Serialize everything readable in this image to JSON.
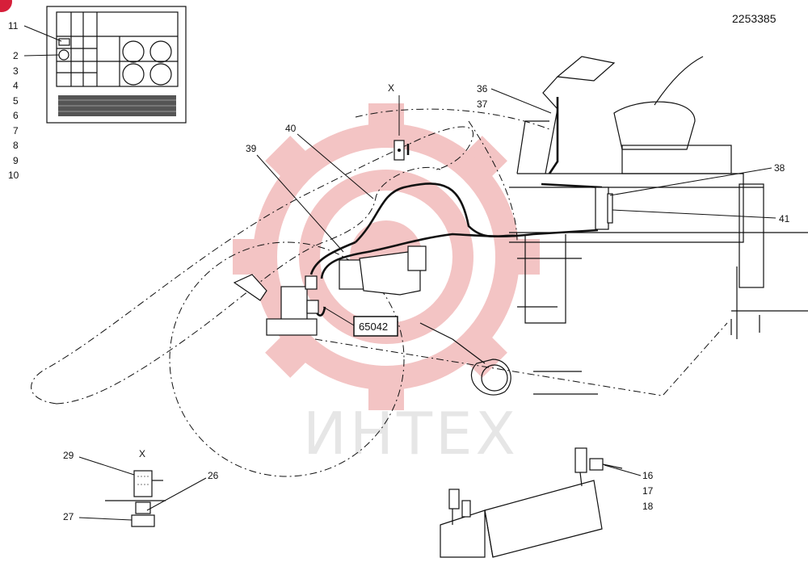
{
  "document_number": "2253385",
  "watermark_text": "ИНТЕХ",
  "detail_marker": "X",
  "detail_inset_marker": "X",
  "boxed_label": "65042",
  "colors": {
    "line": "#111111",
    "watermark_gear": "#f3c4c4",
    "watermark_text": "#e6e6e6",
    "corner_badge": "#d61f3a"
  },
  "left_column_labels": [
    "11",
    "2",
    "3",
    "4",
    "5",
    "6",
    "7",
    "8",
    "9",
    "10"
  ],
  "callouts": {
    "c36": "36",
    "c37": "37",
    "c38": "38",
    "c39": "39",
    "c40": "40",
    "c41": "41",
    "c16": "16",
    "c17": "17",
    "c18": "18",
    "c29": "29",
    "c26": "26",
    "c27": "27"
  }
}
